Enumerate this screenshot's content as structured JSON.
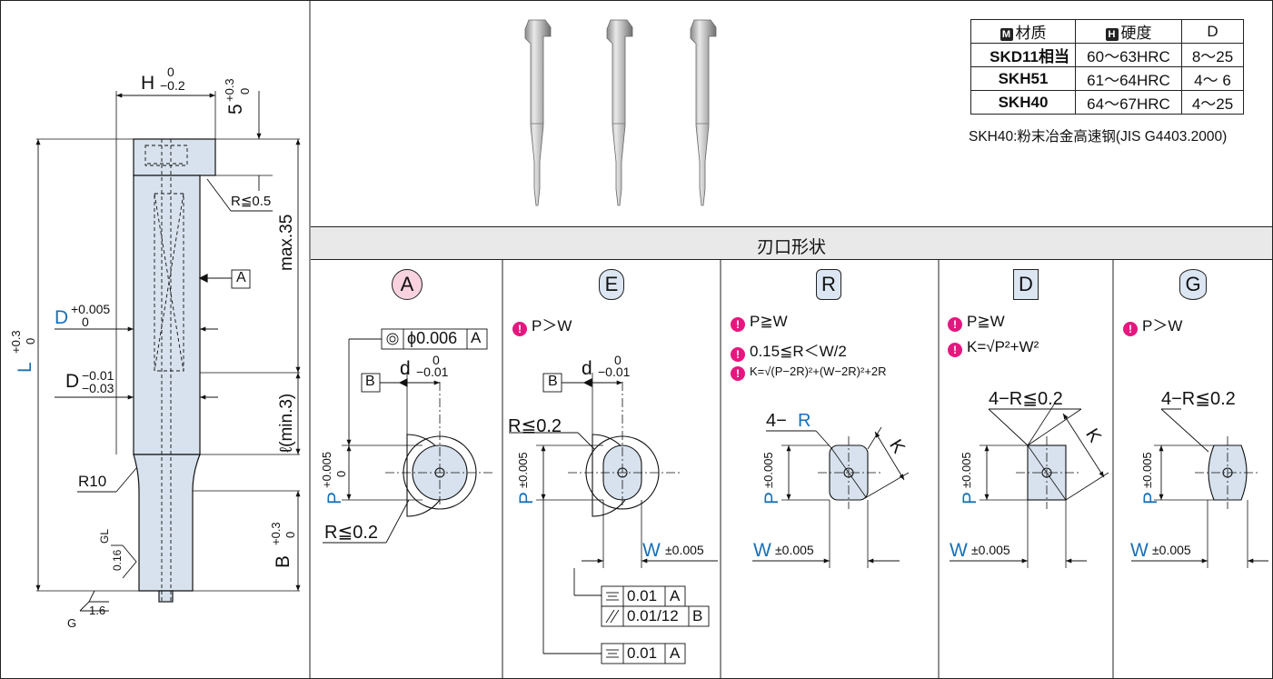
{
  "materials": {
    "headers": [
      "材质",
      "硬度",
      "D"
    ],
    "header_icons": [
      "M",
      "H"
    ],
    "rows": [
      {
        "material": "SKD11相当",
        "hardness": "60～63HRC",
        "d": "8～25"
      },
      {
        "material": "SKH51",
        "hardness": "61～64HRC",
        "d": "4～ 6"
      },
      {
        "material": "SKH40",
        "hardness": "64～67HRC",
        "d": "4～25"
      }
    ],
    "note": "SKH40:粉末冶金高速钢(JIS G4403.2000)"
  },
  "section_title": "刃口形状",
  "left_drawing": {
    "h_label": "H",
    "h_tol_upper": "0",
    "h_tol_lower": "−0.2",
    "five": "5",
    "five_tol_upper": "+0.3",
    "five_tol_lower": "0",
    "r_head": "R≦0.5",
    "max35": "max.35",
    "datum_a": "A",
    "d_label": "D",
    "d_tol_upper": "+0.005",
    "d_tol_lower": "0",
    "d2_label": "D",
    "d2_tol_upper": "−0.01",
    "d2_tol_lower": "−0.03",
    "l_label": "L",
    "l_tol_upper": "+0.3",
    "l_tol_lower": "0",
    "ell_min": "ℓ(min.3)",
    "r10": "R10",
    "gl": "GL",
    "gl_val": "0.16",
    "b_label": "B",
    "b_tol_upper": "+0.3",
    "b_tol_lower": "0",
    "g": "G",
    "g_val": "1.6"
  },
  "shapes": [
    {
      "code": "A",
      "color": "#f8d3df"
    },
    {
      "code": "E",
      "color": "#dbe6f2"
    },
    {
      "code": "R",
      "color": "#dbe6f2"
    },
    {
      "code": "D",
      "color": "#dbe6f2"
    },
    {
      "code": "G",
      "color": "#dbe6f2"
    }
  ],
  "shape_a": {
    "tolerance": "ϕ0.006",
    "datum": "A",
    "datum_b": "B",
    "d_label": "d",
    "d_tol_upper": "0",
    "d_tol_lower": "−0.01",
    "p_label": "P",
    "p_tol_upper": "+0.005",
    "p_tol_lower": "0",
    "r_label": "R≦0.2"
  },
  "shape_e": {
    "cond": "P＞W",
    "datum_b": "B",
    "d_label": "d",
    "d_tol_upper": "0",
    "d_tol_lower": "−0.01",
    "r_label": "R≦0.2",
    "p_label": "P",
    "p_tol": "±0.005",
    "w_label": "W",
    "w_tol": "±0.005",
    "sym1": "0.01",
    "sym1_datum": "A",
    "par": "0.01/12",
    "par_datum": "B",
    "sym2": "0.01",
    "sym2_datum": "A"
  },
  "shape_r": {
    "cond1": "P≧W",
    "cond2": "0.15≦R＜W/2",
    "cond3": "K=√(P−2R)²+(W−2R)²+2R",
    "four": "4−",
    "r": "R",
    "k": "K",
    "p_label": "P",
    "p_tol": "±0.005",
    "w_label": "W",
    "w_tol": "±0.005"
  },
  "shape_d": {
    "cond1": "P≧W",
    "cond2": "K=√P²+W²",
    "corner": "4−R≦0.2",
    "k": "K",
    "p_label": "P",
    "p_tol": "±0.005",
    "w_label": "W",
    "w_tol": "±0.005"
  },
  "shape_g": {
    "cond": "P＞W",
    "corner": "4−R≦0.2",
    "p_label": "P",
    "p_tol": "±0.005",
    "w_label": "W",
    "w_tol": "±0.005"
  }
}
